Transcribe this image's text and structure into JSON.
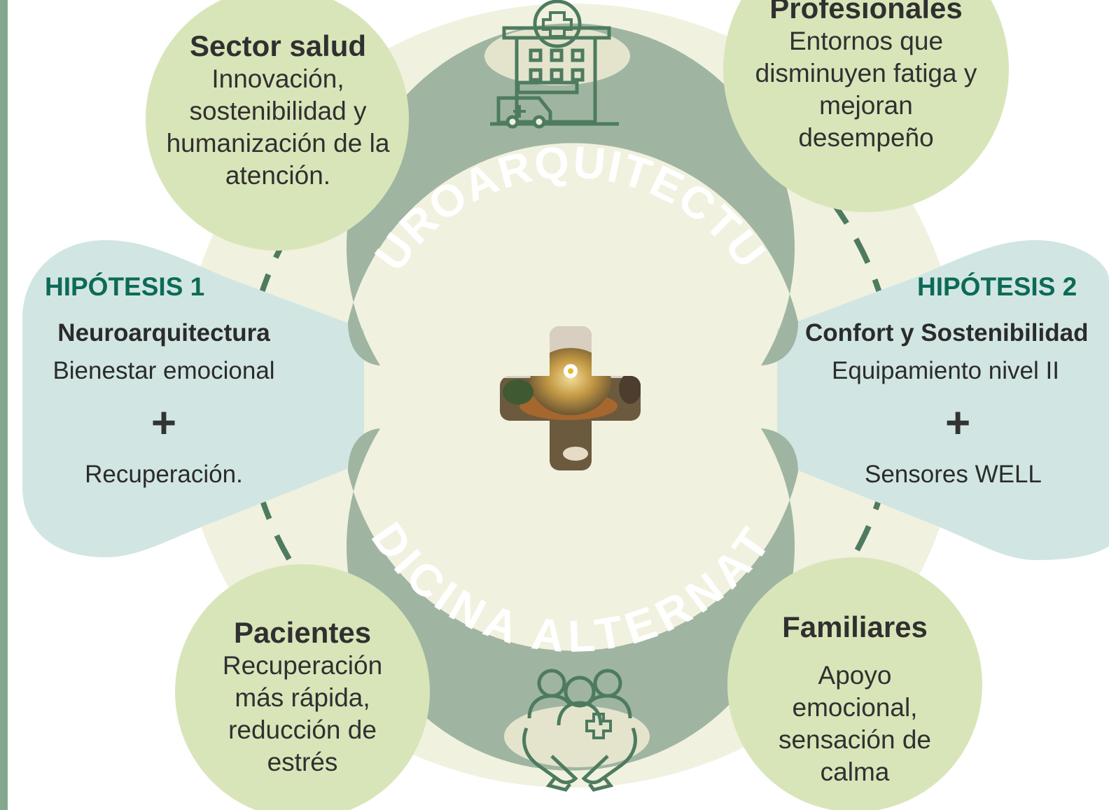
{
  "colors": {
    "accent": "#0d6a56",
    "ring": "#f1f1df",
    "bubble": "#d8e5b9",
    "hypothesis": "#d1e6e3",
    "arc": "#9fb5a2",
    "dash": "#4e7b5f",
    "icon": "#4e7b5f"
  },
  "icons": {
    "top": "hospital-ambulance-icon",
    "bottom": "family-care-hands-icon",
    "center": "herbal-tea-cross-icon"
  },
  "arcs": {
    "top": "NEUROARQUITECTURA",
    "bottom": "MEDICINA ALTERNATIVA"
  },
  "bubbles": {
    "sector_salud": {
      "title": "Sector salud",
      "lines": [
        "Innovación,",
        "sostenibilidad y",
        "humanización de la",
        "atención."
      ]
    },
    "profesionales": {
      "title": "Profesionales",
      "lines": [
        "Entornos que",
        "disminuyen fatiga y",
        "mejoran",
        "desempeño"
      ]
    },
    "pacientes": {
      "title": "Pacientes",
      "lines": [
        "Recuperación",
        "más rápida,",
        "reducción de",
        "estrés"
      ]
    },
    "familiares": {
      "title": "Familiares",
      "lines": [
        "Apoyo",
        "emocional,",
        "sensación de",
        "calma"
      ]
    }
  },
  "hypotheses": {
    "h1": {
      "label": "HIPÓTESIS 1",
      "subtitle": "Neuroarquitectura",
      "line1": "Bienestar emocional",
      "plus": "+",
      "line2": "Recuperación."
    },
    "h2": {
      "label": "HIPÓTESIS 2",
      "subtitle": "Confort y Sostenibilidad",
      "line1": "Equipamiento nivel II",
      "plus": "+",
      "line2": "Sensores WELL"
    }
  }
}
